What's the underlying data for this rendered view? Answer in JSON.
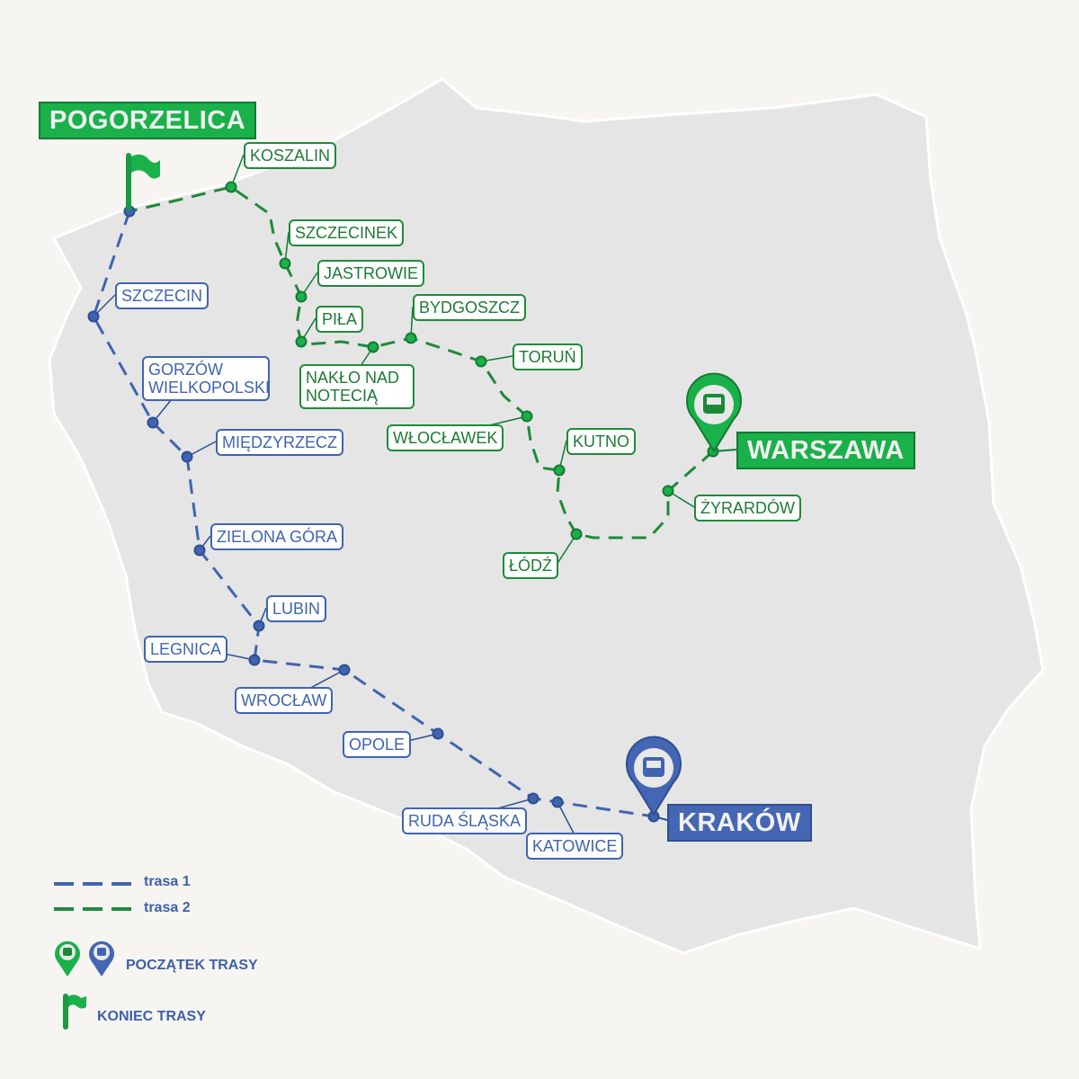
{
  "endpoints": {
    "pogorzelica": "POGORZELICA",
    "warszawa": "WARSZAWA",
    "krakow": "KRAKÓW"
  },
  "route1_stops": [
    "SZCZECIN",
    "GORZÓW WIELKOPOLSKI",
    "MIĘDZYRZECZ",
    "ZIELONA GÓRA",
    "LUBIN",
    "LEGNICA",
    "WROCŁAW",
    "OPOLE",
    "RUDA ŚLĄSKA",
    "KATOWICE"
  ],
  "route2_stops": [
    "ŻYRARDÓW",
    "ŁÓDŹ",
    "KUTNO",
    "WŁOCŁAWEK",
    "TORUŃ",
    "BYDGOSZCZ",
    "NAKŁO NAD NOTECIĄ",
    "PIŁA",
    "JASTROWIE",
    "SZCZECINEK",
    "KOSZALIN"
  ],
  "legend": {
    "route1": "trasa 1",
    "route2": "trasa 2",
    "start": "POCZĄTEK TRASY",
    "end": "KONIEC TRASY"
  },
  "colors": {
    "route1": "#3f64b0",
    "route2": "#1e8a3a",
    "land": "#e6e6e6"
  }
}
